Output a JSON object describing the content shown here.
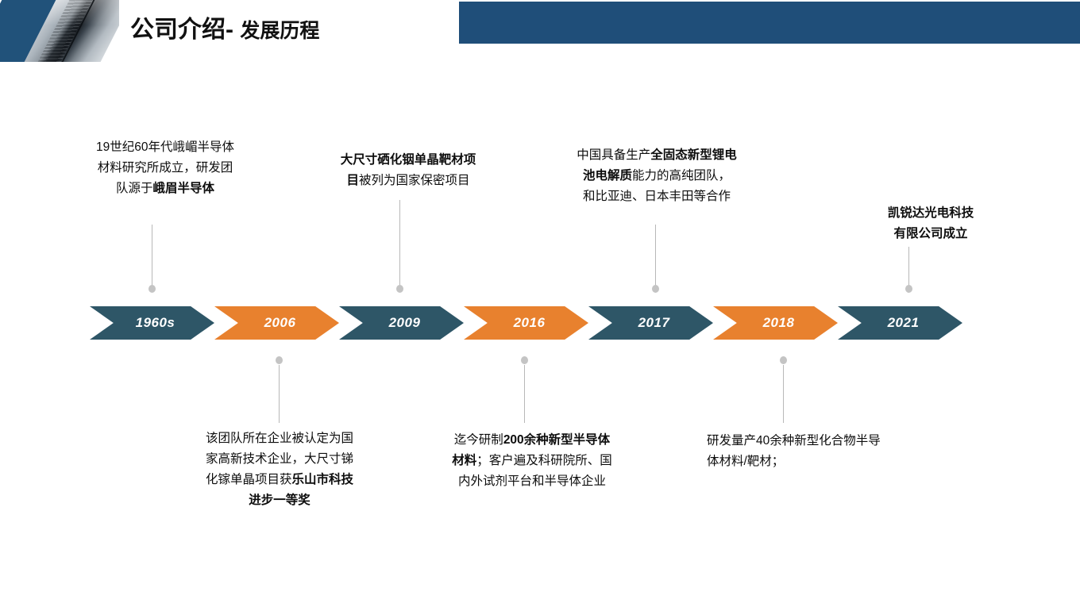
{
  "header": {
    "title_main": "公司介绍",
    "title_sep": "- ",
    "title_sub": "发展历程",
    "band_color": "#1F4E79",
    "deco_icon": "building-photo-deco"
  },
  "theme": {
    "teal": "#2E5667",
    "orange": "#E8812E",
    "connector_gray": "#b8b8b8",
    "dot_gray": "#c4c4c4",
    "text_black": "#0d0d0d"
  },
  "timeline": {
    "milestones": [
      {
        "year": "1960s",
        "color": "#2E5667",
        "side": "top"
      },
      {
        "year": "2006",
        "color": "#E8812E",
        "side": "bottom"
      },
      {
        "year": "2009",
        "color": "#2E5667",
        "side": "top"
      },
      {
        "year": "2016",
        "color": "#E8812E",
        "side": "bottom"
      },
      {
        "year": "2017",
        "color": "#2E5667",
        "side": "top"
      },
      {
        "year": "2018",
        "color": "#E8812E",
        "side": "bottom"
      },
      {
        "year": "2021",
        "color": "#2E5667",
        "side": "top"
      }
    ]
  },
  "callouts": {
    "c1960s": {
      "lines": [
        [
          {
            "t": "19世纪60年代峨嵋半导体",
            "b": false
          }
        ],
        [
          {
            "t": "材料研究所成立，研发团",
            "b": false
          }
        ],
        [
          {
            "t": "队源于",
            "b": false
          },
          {
            "t": "峨眉半导体",
            "b": true
          }
        ]
      ]
    },
    "c2009": {
      "lines": [
        [
          {
            "t": "大尺寸硒化铟单晶靶材项",
            "b": true
          }
        ],
        [
          {
            "t": "目",
            "b": true
          },
          {
            "t": "被列为国家保密项目",
            "b": false
          }
        ]
      ]
    },
    "c2017": {
      "lines": [
        [
          {
            "t": "中国具备生产",
            "b": false
          },
          {
            "t": "全固态新型锂电",
            "b": true
          }
        ],
        [
          {
            "t": "池电解质",
            "b": true
          },
          {
            "t": "能力的高纯团队，",
            "b": false
          }
        ],
        [
          {
            "t": "和比亚迪、日本丰田等合作",
            "b": false
          }
        ]
      ]
    },
    "c2021": {
      "lines": [
        [
          {
            "t": "凯锐达光电科技",
            "b": true
          }
        ],
        [
          {
            "t": "有限公司成立",
            "b": true
          }
        ]
      ]
    },
    "c2006": {
      "lines": [
        [
          {
            "t": "该团队所在企业被认定为国",
            "b": false
          }
        ],
        [
          {
            "t": "家高新技术企业，大尺寸锑",
            "b": false
          }
        ],
        [
          {
            "t": "化镓单晶项目获",
            "b": false
          },
          {
            "t": "乐山市科技",
            "b": true
          }
        ],
        [
          {
            "t": "进步一等奖",
            "b": true
          }
        ]
      ]
    },
    "c2016": {
      "lines": [
        [
          {
            "t": "迄今研制",
            "b": false
          },
          {
            "t": "200余种新型半导体",
            "b": true
          }
        ],
        [
          {
            "t": "材料",
            "b": true
          },
          {
            "t": "；客户遍及科研院所、国",
            "b": false
          }
        ],
        [
          {
            "t": "内外试剂平台和半导体企业",
            "b": false
          }
        ]
      ]
    },
    "c2018": {
      "lines": [
        [
          {
            "t": "研发量产40余种新型化合物半导",
            "b": false
          }
        ],
        [
          {
            "t": "体材料/靶材；",
            "b": false
          }
        ]
      ]
    }
  }
}
